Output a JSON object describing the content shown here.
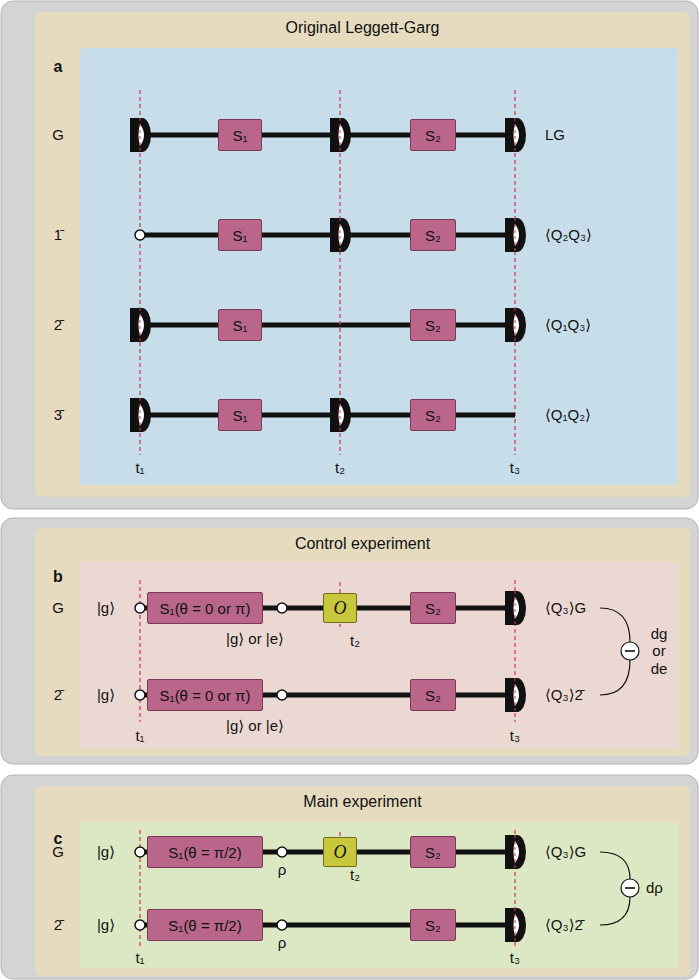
{
  "diagram": {
    "nodes": [
      {
        "text": [
          "Original Leggett-Garg",
          "a"
        ]
      },
      {
        "text": [
          "S₁"
        ],
        "in": 0
      },
      {
        "text": [
          "S₂"
        ],
        "in": 0
      },
      {
        "text": [
          "S₁"
        ],
        "in": 0
      },
      {
        "text": [
          "S₂"
        ],
        "in": 0
      },
      {
        "text": [
          "S₁"
        ],
        "in": 0
      },
      {
        "text": [
          "S₂"
        ],
        "in": 0
      },
      {
        "text": [
          "S₁"
        ],
        "in": 0
      },
      {
        "text": [
          "S₂"
        ],
        "in": 0
      },
      {
        "text": [
          "Control experiment",
          "b"
        ]
      },
      {
        "text": [
          "S₁(θ = 0 or π)"
        ],
        "in": 9
      },
      {
        "text": [
          "O"
        ],
        "in": 9
      },
      {
        "text": [
          "S₂"
        ],
        "in": 9
      },
      {
        "text": [
          "S₁(θ = 0 or π)"
        ],
        "in": 9
      },
      {
        "text": [
          "S₂"
        ],
        "in": 9
      },
      {
        "text": [
          "Main experiment",
          "c"
        ]
      },
      {
        "text": [
          "S₁(θ = π/2)"
        ],
        "in": 15
      },
      {
        "text": [
          "O"
        ],
        "in": 15
      },
      {
        "text": [
          "S₂"
        ],
        "in": 15
      },
      {
        "text": [
          "S₁(θ = π/2)"
        ],
        "in": 15
      },
      {
        "text": [
          "S₂"
        ],
        "in": 15
      }
    ],
    "edges": [
      {
        "from": 1,
        "to": 2,
        "arrow": "none"
      },
      {
        "from": 3,
        "to": 4,
        "arrow": "none"
      },
      {
        "from": 5,
        "to": 6,
        "arrow": "none"
      },
      {
        "from": 7,
        "to": 8,
        "arrow": "none"
      },
      {
        "from": 10,
        "to": 11,
        "arrow": "none"
      },
      {
        "from": 11,
        "to": 12,
        "arrow": "none"
      },
      {
        "from": 13,
        "to": 14,
        "arrow": "none"
      },
      {
        "from": 16,
        "to": 17,
        "arrow": "none"
      },
      {
        "from": 17,
        "to": 18,
        "arrow": "none"
      },
      {
        "from": 19,
        "to": 20,
        "arrow": "none"
      }
    ],
    "labels": [
      "G",
      "1̄",
      "2̄",
      "3̄",
      "LG",
      "⟨Q₂Q₃⟩",
      "⟨Q₁Q₃⟩",
      "⟨Q₁Q₂⟩",
      "t₁",
      "t₂",
      "t₃",
      "G",
      "2̄",
      "|g⟩",
      "|g⟩ or |e⟩",
      "|g⟩",
      "|g⟩ or |e⟩",
      "⟨Q₃⟩G",
      "⟨Q₃⟩2̄",
      "dg or de",
      "t₁",
      "t₂",
      "t₃",
      "G",
      "2̄",
      "|g⟩",
      "ρ",
      "|g⟩",
      "ρ",
      "⟨Q₃⟩G",
      "⟨Q₃⟩2̄",
      "dρ",
      "t₁",
      "t₂",
      "t₃"
    ]
  }
}
